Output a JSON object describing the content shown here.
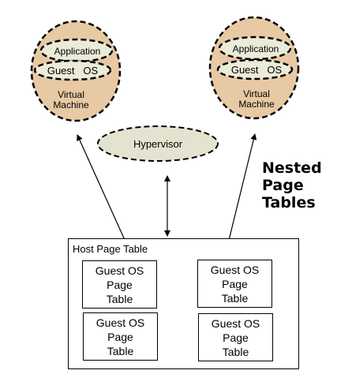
{
  "vm_left": {
    "application": "Application",
    "guest_os": "Guest   OS",
    "vm_line1": "Virtual",
    "vm_line2": "Machine"
  },
  "vm_right": {
    "application": "Application",
    "guest_os": "Guest   OS",
    "vm_line1": "Virtual",
    "vm_line2": "Machine"
  },
  "hypervisor": "Hypervisor",
  "title_lines": [
    "Nested",
    "Page",
    "Tables"
  ],
  "host_page_table": "Host Page Table",
  "guest_tables": [
    {
      "line1": "Guest OS",
      "line2": "Page",
      "line3": "Table"
    },
    {
      "line1": "Guest OS",
      "line2": "Page",
      "line3": "Table"
    },
    {
      "line1": "Guest OS",
      "line2": "Page",
      "line3": "Table"
    },
    {
      "line1": "Guest OS",
      "line2": "Page",
      "line3": "Table"
    }
  ],
  "colors": {
    "vm_fill": "#e7c9a3",
    "oval_fill": "#ebebd9",
    "hypervisor_fill": "#e3e3cf",
    "outline": "#000000"
  }
}
